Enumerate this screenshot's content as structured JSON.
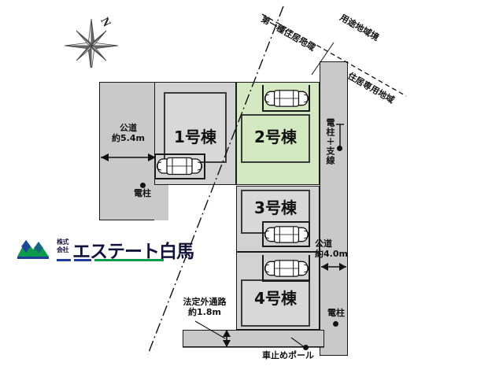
{
  "map": {
    "compass": {
      "label": "N",
      "icon": "compass-rose-icon"
    },
    "zones": {
      "left_zone": "第一種住居地域",
      "boundary": "用途地域境",
      "right_zone": "住居専用地域"
    },
    "plots": [
      {
        "id": "plot-1",
        "label": "1号棟",
        "highlighted": false
      },
      {
        "id": "plot-2",
        "label": "2号棟",
        "highlighted": true
      },
      {
        "id": "plot-3",
        "label": "3号棟",
        "highlighted": false
      },
      {
        "id": "plot-4",
        "label": "4号棟",
        "highlighted": false
      }
    ],
    "roads": [
      {
        "id": "road-west",
        "name": "公道",
        "width": "約5.4m"
      },
      {
        "id": "road-east",
        "name": "公道",
        "width": "約4.0m"
      },
      {
        "id": "passage-south",
        "name": "法定外通路",
        "width": "約1.8m"
      }
    ],
    "annotations": {
      "pole_west": "電柱",
      "pole_east_upper": "電柱＋支線",
      "pole_east_lower": "電柱",
      "bollard": "車止めポール"
    }
  },
  "logo": {
    "company_prefix_line1": "株式",
    "company_prefix_line2": "会社",
    "company_name": "エステート白馬",
    "mark_name": "mountain-mark-icon",
    "colors": {
      "navy": "#12123a",
      "green": "#0c9b4b",
      "blue": "#1f3e9e"
    }
  },
  "colors": {
    "road_gray": "#c9c9c9",
    "plot_gray": "#d2d2d2",
    "house_gray": "#d8d8d8",
    "highlight_green": "#d4e8c2",
    "line_black": "#1a1a1a"
  }
}
